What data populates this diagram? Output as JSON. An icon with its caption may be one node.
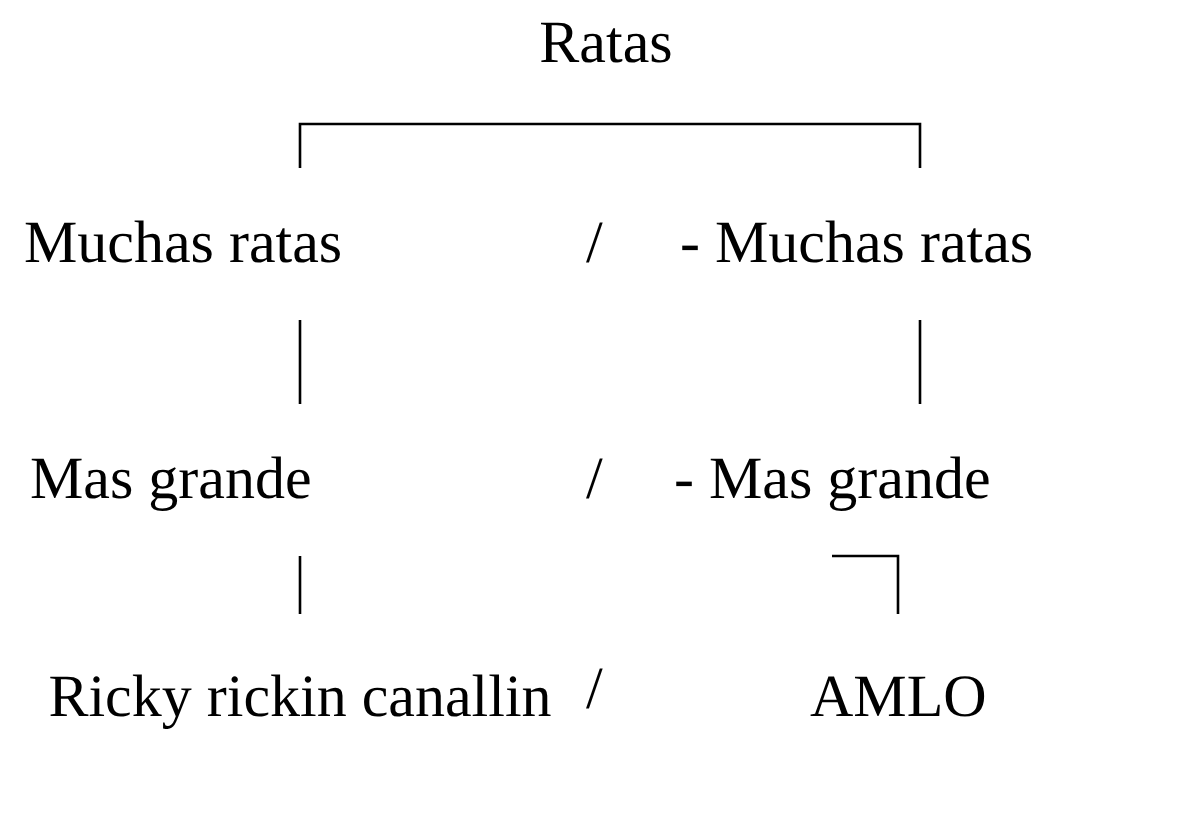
{
  "diagram": {
    "nodes": [
      {
        "text": [
          "Ratas"
        ]
      },
      {
        "text": [
          "Muchas ratas"
        ]
      },
      {
        "text": [
          "- Muchas ratas"
        ]
      },
      {
        "text": [
          "Mas grande"
        ]
      },
      {
        "text": [
          "- Mas grande"
        ]
      },
      {
        "text": [
          "Ricky rickin canallin"
        ]
      },
      {
        "text": [
          "AMLO"
        ]
      }
    ],
    "edges": [
      {
        "from": 0,
        "to": 1,
        "arrow": "none"
      },
      {
        "from": 0,
        "to": 2,
        "arrow": "none"
      },
      {
        "from": 1,
        "to": 3,
        "arrow": "none"
      },
      {
        "from": 3,
        "to": 5,
        "arrow": "none"
      },
      {
        "from": 2,
        "to": 4,
        "arrow": "none"
      },
      {
        "from": 4,
        "to": 6,
        "arrow": "none"
      }
    ],
    "labels": [
      "/",
      "/",
      "/"
    ]
  }
}
